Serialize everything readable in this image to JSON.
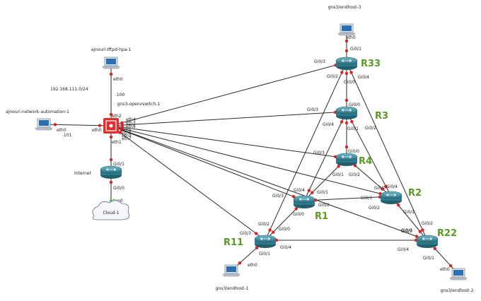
{
  "colors": {
    "link": "#2b2b2b",
    "port_dot": "#e0201f",
    "port_dot_up": "#3fd13f",
    "router_body": "#2f7a8c",
    "router_top": "#5fb0c2",
    "label_green": "#5a9a22",
    "switch_red": "#e03030"
  },
  "nodes": {
    "tftpd": {
      "name": "ajnouri-tftpd-hpa-1",
      "type": "host",
      "icon": "laptop-icon"
    },
    "netauto": {
      "name": "ajnouri-network-automation-1",
      "type": "host",
      "icon": "laptop-icon"
    },
    "ovs": {
      "name": "gns3-openvswitch-1",
      "type": "switch",
      "icon": "openvswitch-icon"
    },
    "internet": {
      "name": "Internet",
      "type": "router",
      "icon": "router-icon"
    },
    "cloud": {
      "name": "Cloud-1",
      "type": "cloud",
      "icon": "cloud-icon"
    },
    "eh3": {
      "name": "gns3/endhost-3",
      "type": "host",
      "icon": "laptop-icon"
    },
    "eh1": {
      "name": "gns3/endhost-1",
      "type": "host",
      "icon": "laptop-icon"
    },
    "eh2": {
      "name": "gns3/endhost-2",
      "type": "host",
      "icon": "laptop-icon"
    },
    "r33": {
      "name": "",
      "type": "router",
      "icon": "router-icon"
    },
    "r3": {
      "name": "",
      "type": "router",
      "icon": "router-icon"
    },
    "r4": {
      "name": "",
      "type": "router",
      "icon": "router-icon"
    },
    "r1": {
      "name": "",
      "type": "router",
      "icon": "router-icon"
    },
    "r2": {
      "name": "",
      "type": "router",
      "icon": "router-icon"
    },
    "r22": {
      "name": "",
      "type": "router",
      "icon": "router-icon"
    },
    "r11": {
      "name": "",
      "type": "router",
      "icon": "router-icon"
    }
  },
  "router_labels": {
    "r33": "R33",
    "r3": "R3",
    "r4": "R4",
    "r1": "R1",
    "r2": "R2",
    "r22": "R22",
    "r11": "R11"
  },
  "annotations": {
    "subnet": "192.168.111.0/24",
    "tftpd_ip": ".100",
    "netauto_ip": ".101"
  },
  "links": [
    {
      "a": "eh3",
      "b": "r33",
      "a_label": "eth0",
      "b_label": "Gi0/1"
    },
    {
      "a": "tftpd",
      "b": "ovs",
      "a_label": "eth0",
      "b_label": "eth2"
    },
    {
      "a": "netauto",
      "b": "ovs",
      "a_label": "eth0",
      "b_label": "eth0"
    },
    {
      "a": "ovs",
      "b": "internet",
      "a_label": "eth1",
      "b_label": "Gi0/1"
    },
    {
      "a": "internet",
      "b": "cloud",
      "a_label": "Gi0/0",
      "b_label": "tap0"
    },
    {
      "a": "ovs",
      "b": "r33",
      "a_label": "eth4",
      "b_label": "Gi0/3"
    },
    {
      "a": "ovs",
      "b": "r3",
      "a_label": "eth3",
      "b_label": "Gi0/3"
    },
    {
      "a": "ovs",
      "b": "r4",
      "a_label": "eth8",
      "b_label": "Gi0/3"
    },
    {
      "a": "ovs",
      "b": "r1",
      "a_label": "eth5",
      "b_label": "Gi0/3"
    },
    {
      "a": "ovs",
      "b": "r2",
      "a_label": "eth6",
      "b_label": "Gi0/3"
    },
    {
      "a": "ovs",
      "b": "r22",
      "a_label": "eth9",
      "b_label": "Gi0/3"
    },
    {
      "a": "ovs",
      "b": "r11",
      "a_label": "eth7",
      "b_label": "Gi0/3"
    },
    {
      "a": "r33",
      "b": "r3",
      "a_label": "Gi0/0",
      "b_label": "Gi0/0"
    },
    {
      "a": "r33",
      "b": "r11",
      "a_label": "Gi0/2",
      "b_label": "Gi0/2"
    },
    {
      "a": "r33",
      "b": "r22",
      "a_label": "Gi0/4",
      "b_label": "Gi0/2"
    },
    {
      "a": "r3",
      "b": "r4",
      "a_label": "Gi0/1",
      "b_label": "Gi0/0"
    },
    {
      "a": "r3",
      "b": "r1",
      "a_label": "Gi0/4",
      "b_label": "Gi0/1"
    },
    {
      "a": "r3",
      "b": "r2",
      "a_label": "Gi0/2",
      "b_label": "Gi0/4"
    },
    {
      "a": "r4",
      "b": "r1",
      "a_label": "Gi0/1",
      "b_label": "Gi0/4"
    },
    {
      "a": "r4",
      "b": "r2",
      "a_label": "Gi0/2",
      "b_label": "Gi0/0"
    },
    {
      "a": "r1",
      "b": "r2",
      "a_label": "Gi0/2",
      "b_label": "Gi0/2"
    },
    {
      "a": "r1",
      "b": "r11",
      "a_label": "Gi0/0",
      "b_label": "Gi0/0"
    },
    {
      "a": "r2",
      "b": "r22",
      "a_label": "Gi0/1",
      "b_label": "Gi0/0"
    },
    {
      "a": "r11",
      "b": "r22",
      "a_label": "Gi0/4",
      "b_label": "Gi0/4"
    },
    {
      "a": "r11",
      "b": "eh1",
      "a_label": "Gi0/1",
      "b_label": "eth0"
    },
    {
      "a": "r22",
      "b": "eh2",
      "a_label": "Gi0/1",
      "b_label": "eth0"
    }
  ]
}
